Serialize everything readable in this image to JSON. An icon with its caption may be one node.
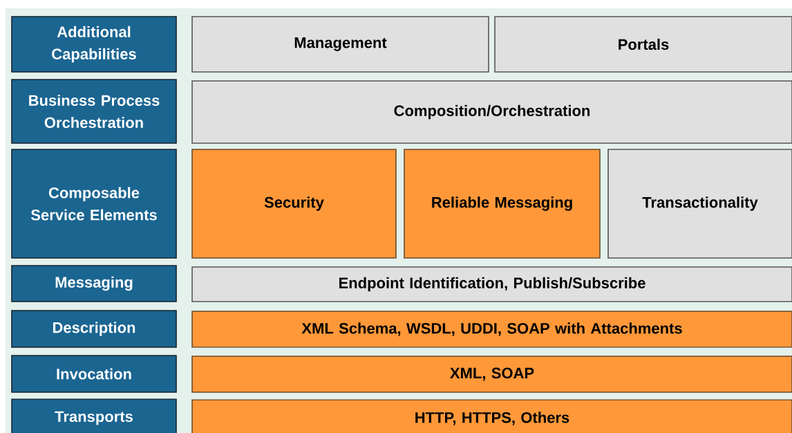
{
  "diagram": {
    "nodes": [
      {
        "text": [
          "Additional Capabilities"
        ]
      },
      {
        "text": [
          "Management"
        ]
      },
      {
        "text": [
          "Portals"
        ]
      },
      {
        "text": [
          "Business Process Orchestration"
        ]
      },
      {
        "text": [
          "Composition/Orchestration"
        ]
      },
      {
        "text": [
          "Composable Service Elements"
        ]
      },
      {
        "text": [
          "Security"
        ]
      },
      {
        "text": [
          "Reliable Messaging"
        ]
      },
      {
        "text": [
          "Transactionality"
        ]
      },
      {
        "text": [
          "Messaging"
        ]
      },
      {
        "text": [
          "Endpoint Identification, Publish/Subscribe"
        ]
      },
      {
        "text": [
          "Description"
        ]
      },
      {
        "text": [
          "XML Schema, WSDL, UDDI, SOAP with Attachments"
        ]
      },
      {
        "text": [
          "Invocation"
        ]
      },
      {
        "text": [
          "XML, SOAP"
        ]
      },
      {
        "text": [
          "Transports"
        ]
      },
      {
        "text": [
          "HTTP, HTTPS, Others"
        ]
      }
    ]
  }
}
